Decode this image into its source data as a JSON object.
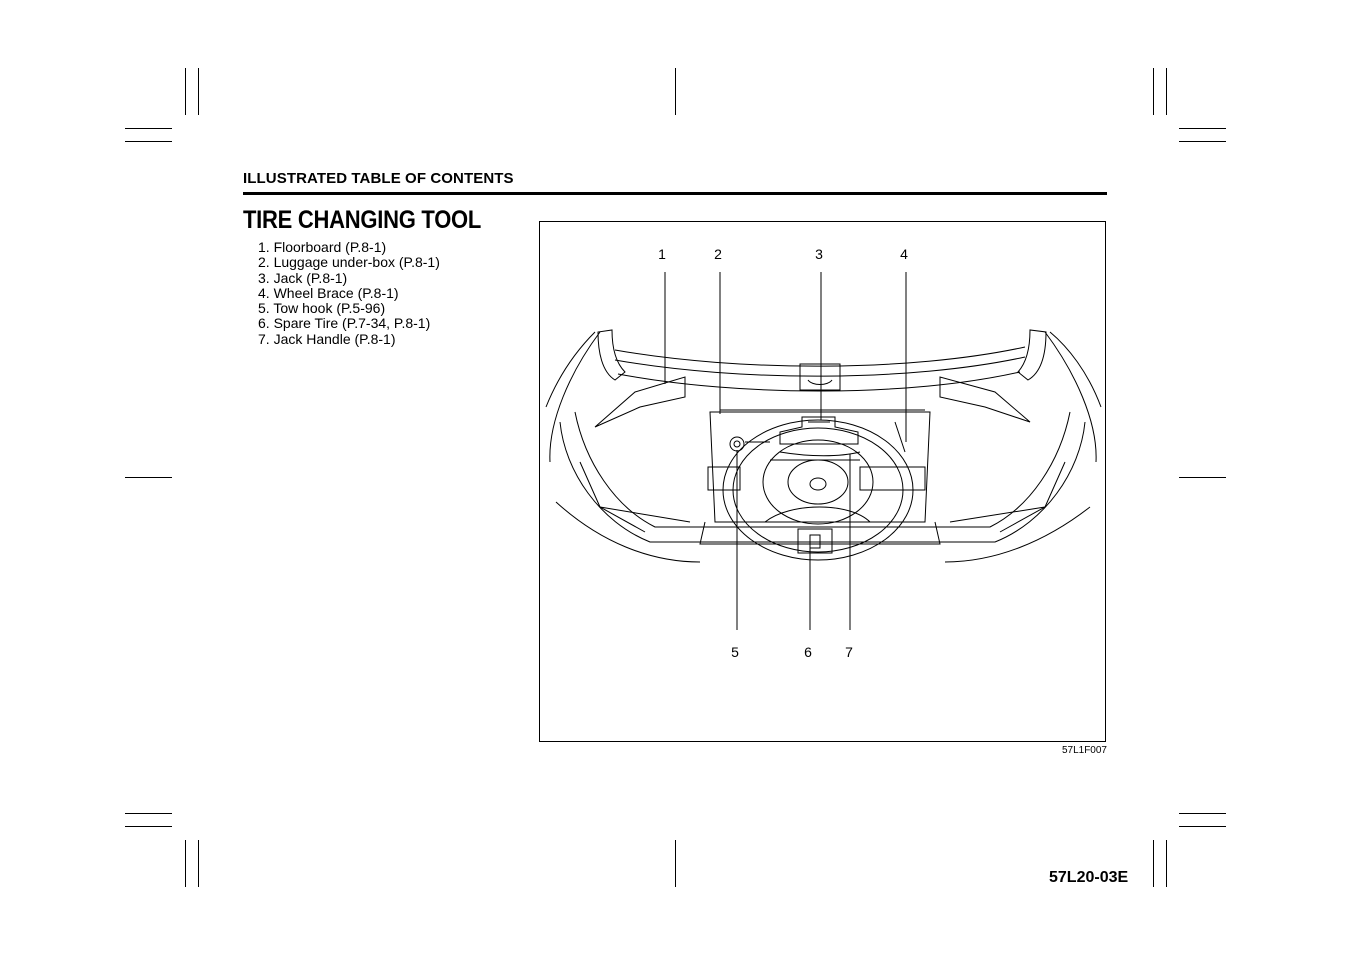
{
  "header": {
    "section_title": "ILLUSTRATED TABLE OF CONTENTS"
  },
  "page_title": "TIRE CHANGING TOOL",
  "toc_items": [
    "1. Floorboard (P.8-1)",
    "2. Luggage under-box (P.8-1)",
    "3. Jack (P.8-1)",
    "4. Wheel Brace (P.8-1)",
    "5. Tow hook (P.5-96)",
    "6. Spare Tire (P.7-34, P.8-1)",
    "7. Jack Handle (P.8-1)"
  ],
  "figure": {
    "callouts_top": [
      "1",
      "2",
      "3",
      "4"
    ],
    "callouts_bottom": [
      "5",
      "6",
      "7"
    ],
    "code": "57L1F007"
  },
  "footer": {
    "doc_code": "57L20-03E"
  }
}
